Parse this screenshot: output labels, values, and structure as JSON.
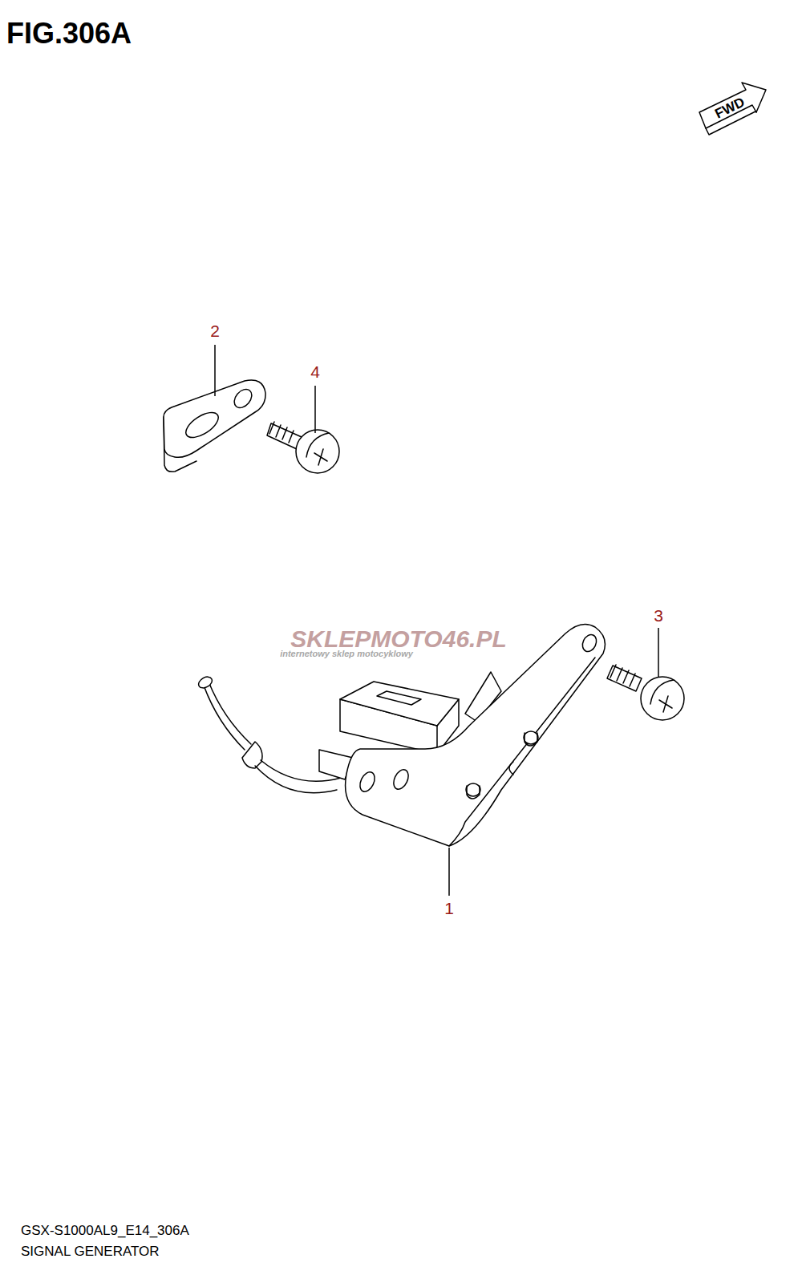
{
  "diagram": {
    "title": "FIG.306A",
    "labels": [
      "FWD",
      "2",
      "4",
      "3",
      "1",
      "SKLEPMOTO46.PL",
      "internetowy sklep motocyklowy",
      "GSX-S1000AL9_E14_306A",
      "SIGNAL GENERATOR"
    ]
  }
}
